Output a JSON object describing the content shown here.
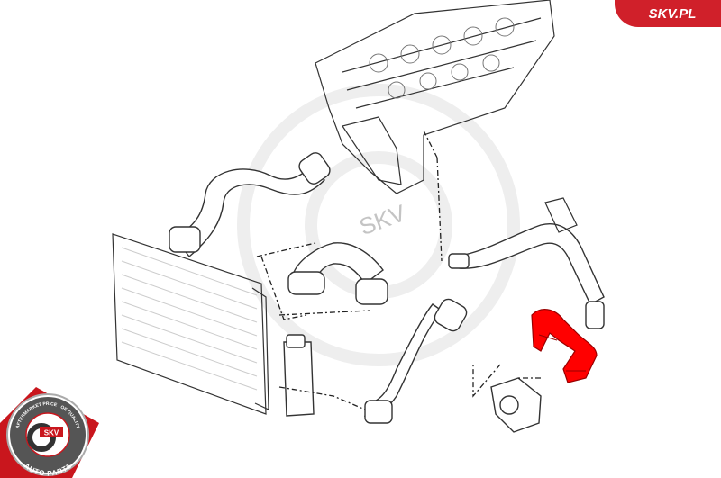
{
  "brand_badge": {
    "label": "SKV.PL",
    "color": "#d0202a"
  },
  "logo": {
    "top_text": "AFTERMARKET PRICE · OE QUALITY",
    "center_text": "SKV",
    "bottom_text": "AUTO PARTS"
  },
  "watermark": {
    "text": "SKV"
  },
  "colors": {
    "highlight_part": "#ff0000",
    "line": "#333333"
  }
}
